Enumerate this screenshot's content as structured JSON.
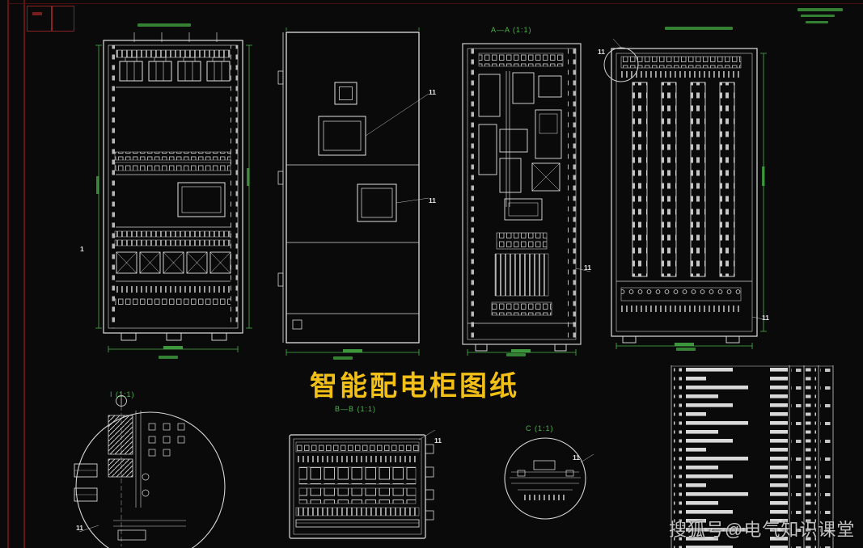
{
  "page": {
    "background": "#0a0a0a"
  },
  "title": {
    "text": "智能配电柜图纸",
    "color": "#f2bf17"
  },
  "watermark": {
    "text": "搜狐号@电气知识课堂"
  },
  "view_labels": {
    "section_aa": "A—A (1:1)",
    "detail_i": "I (1:1)",
    "section_bb": "B—B (1:1)",
    "detail_c": "C (1:1)"
  },
  "callouts": {
    "n1": "1",
    "n11": "11"
  },
  "colors": {
    "line": "#dedede",
    "dimension_green": "#49b649",
    "frame_red": "#641414",
    "title_yellow": "#f2bf17",
    "watermark_gray": "#cfcfcf"
  }
}
